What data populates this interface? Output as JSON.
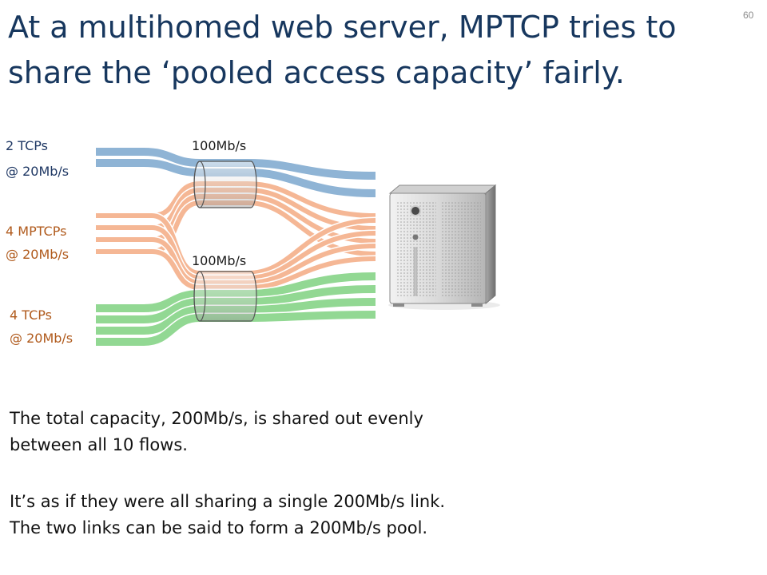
{
  "slide": {
    "title": "At a multihomed web server, MPTCP tries to share the ‘pooled access capacity’ fairly.",
    "slide_number": "60"
  },
  "diagram": {
    "links": [
      {
        "label": "100Mb/s"
      },
      {
        "label": "100Mb/s"
      }
    ],
    "flow_groups": [
      {
        "name": "2 TCPs",
        "rate": "@ 20Mb/s",
        "flows": 2,
        "color": "#8fb4d5"
      },
      {
        "name": "4 MPTCPs",
        "rate": "@ 20Mb/s",
        "flows": 4,
        "color": "#f5b795"
      },
      {
        "name": "4 TCPs",
        "rate": "@ 20Mb/s",
        "flows": 4,
        "color": "#92d893"
      }
    ],
    "server_icon": "server-tower-icon"
  },
  "body": {
    "paragraph_1": "The total capacity, 200Mb/s, is shared out evenly between all 10 flows.",
    "paragraph_2": "It’s as if they were all sharing a single 200Mb/s link. The two links can be said to form a 200Mb/s pool."
  }
}
